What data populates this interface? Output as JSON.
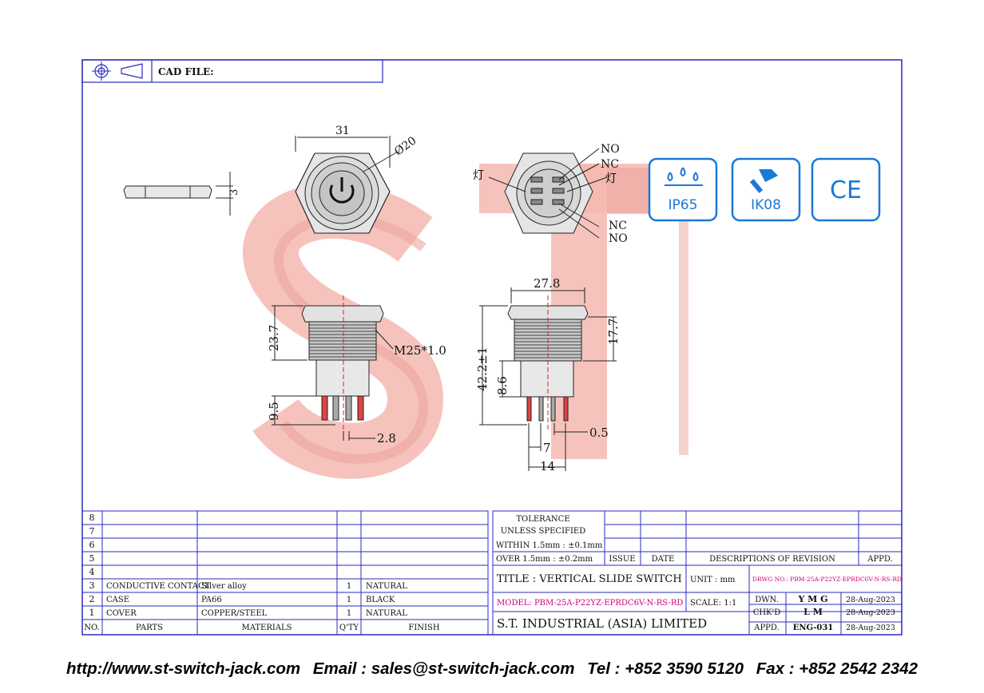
{
  "header": {
    "cad_label": "CAD FILE:"
  },
  "watermark": {
    "text": "ST",
    "color": "#f4b8b0"
  },
  "dimensions": {
    "top_width": "31",
    "diameter": "Ø20",
    "nut_thickness": "3",
    "body_width": "27.8",
    "head_height": "23.7",
    "thread": "M25*1.0",
    "total_height": "42.2±1",
    "thread_length": "17.7",
    "pin_length": "9.5",
    "pin_height": "8.6",
    "pin_width": "2.8",
    "pin_spacing_7": "7",
    "pin_thickness": "0.5",
    "pin_span": "14"
  },
  "pins": {
    "no_top": "NO",
    "nc_top": "NC",
    "lamp_left": "灯",
    "lamp_right": "灯",
    "nc_bottom": "NC",
    "no_bottom": "NO"
  },
  "badges": [
    {
      "label": "IP65",
      "icon": "water-drops-icon"
    },
    {
      "label": "IK08",
      "icon": "hammer-icon"
    },
    {
      "label": "CE",
      "icon": "ce-mark-icon"
    }
  ],
  "parts_table": {
    "row_numbers": [
      "8",
      "7",
      "6",
      "5",
      "4",
      "3",
      "2",
      "1"
    ],
    "rows": [
      {
        "no": "3",
        "part": "CONDUCTIVE CONTACT",
        "material": "Silver alloy",
        "qty": "1",
        "finish": "NATURAL"
      },
      {
        "no": "2",
        "part": "CASE",
        "material": "PA66",
        "qty": "1",
        "finish": "BLACK"
      },
      {
        "no": "1",
        "part": "COVER",
        "material": "COPPER/STEEL",
        "qty": "1",
        "finish": "NATURAL"
      }
    ],
    "headers": {
      "no": "NO.",
      "parts": "PARTS",
      "materials": "MATERIALS",
      "qty": "Q'TY",
      "finish": "FINISH"
    }
  },
  "title_block": {
    "tolerance": "TOLERANCE",
    "unless": "UNLESS SPECIFIED",
    "within": "WITHIN 1.5mm : ±0.1mm",
    "over": "OVER   1.5mm : ±0.2mm",
    "issue": "ISSUE",
    "date": "DATE",
    "descriptions": "DESCRIPTIONS OF REVISION",
    "appd": "APPD.",
    "title": "TITLE : VERTICAL SLIDE SWITCH",
    "unit": "UNIT : mm",
    "drwg_no": "DRWG NO.: PBM-25A-P22YZ-EPRDC6V-N-RS-RD",
    "model": "MODEL: PBM-25A-P22YZ-EPRDC6V-N-RS-RD",
    "scale": "SCALE: 1:1",
    "company": "S.T. INDUSTRIAL (ASIA) LIMITED",
    "dwn_label": "DWN.",
    "dwn_value": "Y M G",
    "dwn_date": "28-Aug-2023",
    "chkd_label": "CHK'D",
    "chkd_value": "L M",
    "chkd_date": "28-Aug-2023",
    "appd_label": "APPD.",
    "appd_value": "ENG-031",
    "appd_date": "28-Aug-2023"
  },
  "footer": {
    "url": "http://www.st-switch-jack.com",
    "email": "Email : sales@st-switch-jack.com",
    "tel": "Tel : +852 3590 5120",
    "fax": "Fax : +852 2542 2342"
  }
}
